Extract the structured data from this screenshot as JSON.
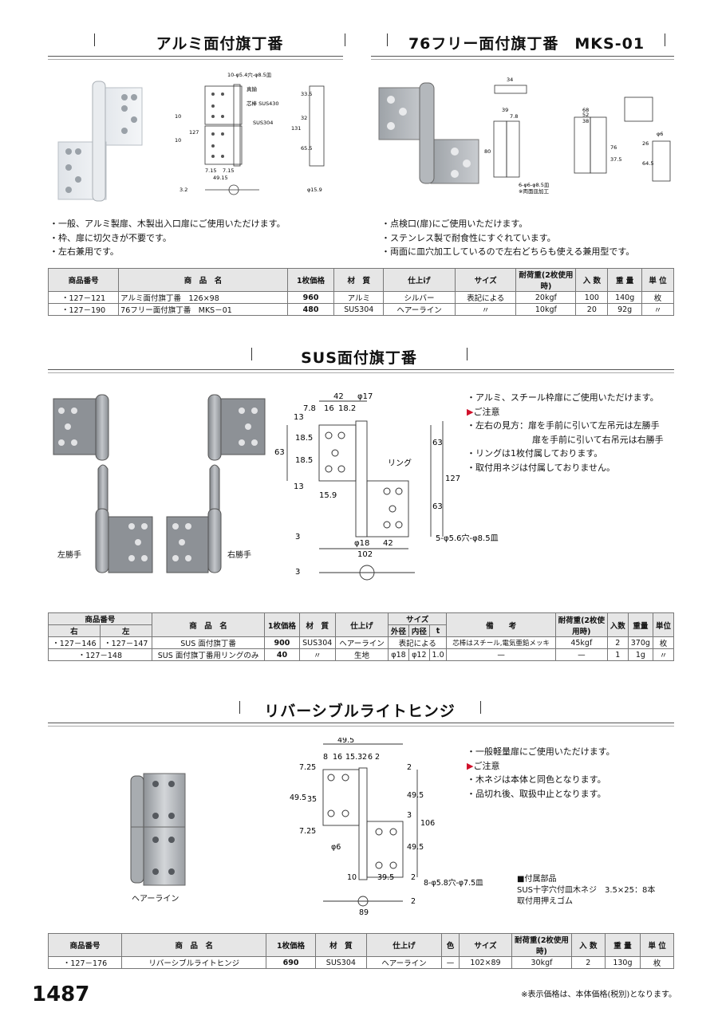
{
  "sections": {
    "alu": {
      "title": "アルミ面付旗丁番",
      "bullets": [
        "・一般、アルミ製扉、木製出入口扉にご使用いただけます。",
        "・枠、扉に切欠きが不要です。",
        "・左右兼用です。"
      ],
      "dims": [
        "10-φ5.4穴-φ8.5皿",
        "真鍮",
        "芯棒 SUS430",
        "SUS304",
        "33.5",
        "32",
        "65.5",
        "131",
        "φ15.9",
        "7.15",
        "7.15",
        "49.15",
        "3.2",
        "10",
        "10",
        "127"
      ]
    },
    "mks": {
      "title": "76フリー面付旗丁番　MKS-01",
      "bullets": [
        "・点検口(扉)にご使用いただけます。",
        "・ステンレス製で耐食性にすぐれています。",
        "・両面に皿穴加工しているので左右どちらも使える兼用型です。"
      ],
      "dims": [
        "34",
        "39",
        "7.8",
        "68",
        "52",
        "38",
        "80",
        "37.5",
        "76",
        "64.5",
        "26",
        "φ6",
        "6-φ6-φ8.5皿",
        "※両面皿加工"
      ]
    },
    "sus": {
      "title": "SUS面付旗丁番",
      "left_caption": "左勝手",
      "right_caption": "右勝手",
      "bullets": [
        "・アルミ、スチール枠扉にご使用いただけます。",
        "ご注意",
        "・左右の見方：扉を手前に引いて左吊元は左勝手",
        "扉を手前に引いて右吊元は右勝手",
        "・リングは1枚付属しております。",
        "・取付用ネジは付属しておりません。"
      ],
      "dims": [
        "42",
        "φ17",
        "7.8",
        "16",
        "18.2",
        "13",
        "63",
        "18.5",
        "18.5",
        "13",
        "15.9",
        "リング",
        "63",
        "127",
        "63",
        "3",
        "φ18",
        "42",
        "102",
        "5-φ5.6穴-φ8.5皿",
        "3"
      ]
    },
    "rev": {
      "title": "リバーシブルライトヒンジ",
      "caption": "ヘアーライン",
      "bullets": [
        "・一般軽量扉にご使用いただけます。",
        "ご注意",
        "・木ネジは本体と同色となります。",
        "・品切れ後、取扱中止となります。"
      ],
      "parts_title": "■付属部品",
      "parts": [
        "SUS十字穴付皿木ネジ　3.5×25：8本",
        "取付用押えゴム"
      ],
      "dims": [
        "49.5",
        "8",
        "16",
        "15.3",
        "2",
        "6",
        "2",
        "7.25",
        "49.5",
        "35",
        "7.25",
        "2",
        "49.5",
        "3",
        "106",
        "49.5",
        "φ6",
        "10",
        "39.5",
        "8-φ5.8穴-φ7.5皿",
        "2",
        "89",
        "2"
      ]
    }
  },
  "table1": {
    "headers": [
      "商品番号",
      "商　品　名",
      "1枚価格",
      "材　質",
      "仕上げ",
      "サイズ",
      "耐荷重(2枚使用時)",
      "入 数",
      "重 量",
      "単 位"
    ],
    "rows": [
      [
        "・127－121",
        "アルミ面付旗丁番　126×98",
        "960",
        "アルミ",
        "シルバー",
        "表記による",
        "20kgf",
        "100",
        "140g",
        "枚"
      ],
      [
        "・127－190",
        "76フリー面付旗丁番　MKS－01",
        "480",
        "SUS304",
        "ヘアーライン",
        "〃",
        "10kgf",
        "20",
        "92g",
        "〃"
      ]
    ]
  },
  "table2": {
    "h_code": "商品番号",
    "h_right": "右",
    "h_left": "左",
    "h_name": "商　品　名",
    "h_price": "1枚価格",
    "h_mat": "材　質",
    "h_finish": "仕上げ",
    "h_size": "サイズ",
    "h_od": "外径",
    "h_id": "内径",
    "h_t": "t",
    "h_note": "備　　考",
    "h_load": "耐荷重(2枚使用時)",
    "h_qty": "入数",
    "h_wt": "重量",
    "h_unit": "単位",
    "rows": [
      {
        "right": "・127－146",
        "left": "・127－147",
        "name": "SUS 面付旗丁番",
        "price": "900",
        "mat": "SUS304",
        "finish": "ヘアーライン",
        "size": "表記による",
        "note": "芯棒はスチール,電気亜鉛メッキ",
        "load": "45kgf",
        "qty": "2",
        "wt": "370g",
        "unit": "枚"
      },
      {
        "code": "・127－148",
        "name": "SUS 面付旗丁番用リングのみ",
        "price": "40",
        "mat": "〃",
        "finish": "生地",
        "od": "φ18",
        "id": "φ12",
        "t": "1.0",
        "note": "—",
        "load": "—",
        "qty": "1",
        "wt": "1g",
        "unit": "〃"
      }
    ]
  },
  "table3": {
    "headers": [
      "商品番号",
      "商　品　名",
      "1枚価格",
      "材　質",
      "仕上げ",
      "色",
      "サイズ",
      "耐荷重(2枚使用時)",
      "入 数",
      "重 量",
      "単 位"
    ],
    "rows": [
      [
        "・127－176",
        "リバーシブルライトヒンジ",
        "690",
        "SUS304",
        "ヘアーライン",
        "—",
        "102×89",
        "30kgf",
        "2",
        "130g",
        "枚"
      ]
    ]
  },
  "page_number": "1487",
  "footnote": "※表示価格は、本体価格(税別)となります。"
}
